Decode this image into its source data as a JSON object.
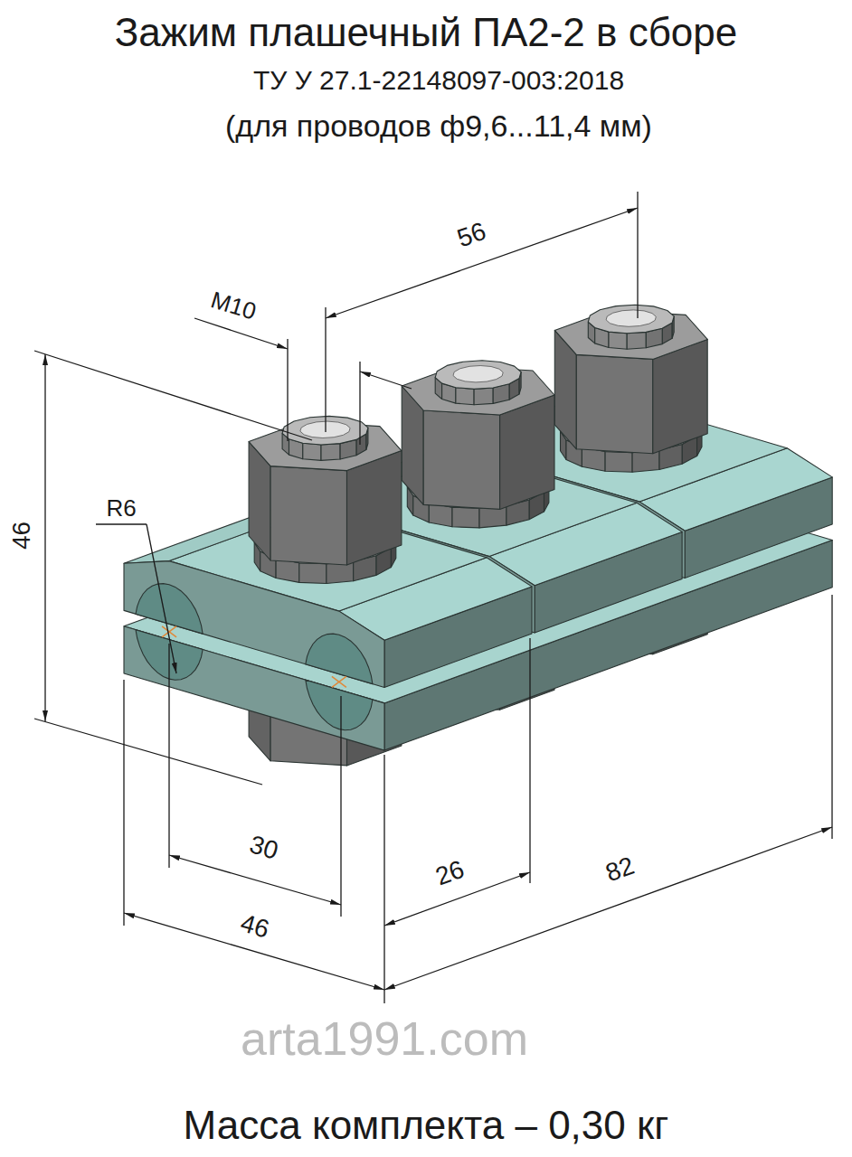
{
  "diagram": {
    "title": "Зажим плашечный ПА2-2 в сборе",
    "caption": "Масса комплекта – 0,30 кг",
    "labels": [
      "ТУ У 27.1-22148097-003:2018",
      "(для проводов ф9,6...11,4 мм)",
      "56",
      "M10",
      "46",
      "R6",
      "30",
      "26",
      "46",
      "82",
      "arta1991.com"
    ]
  }
}
